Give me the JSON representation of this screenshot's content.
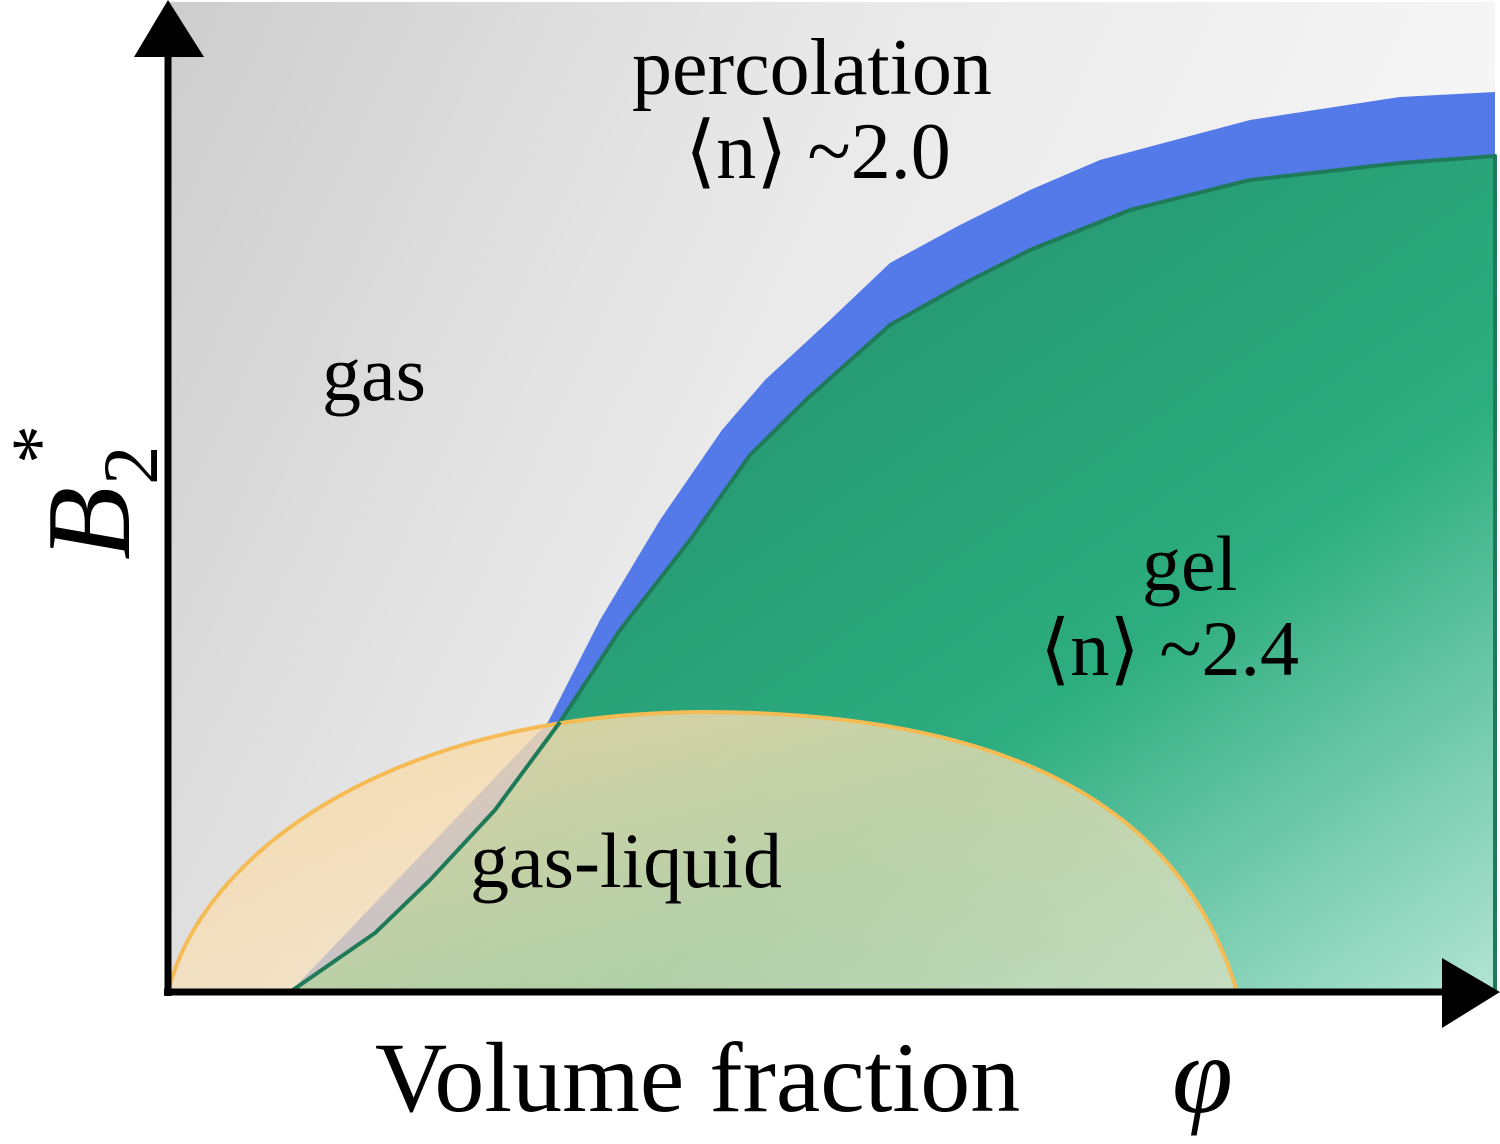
{
  "chart_data": {
    "type": "phase-diagram",
    "title": "",
    "xlabel": "Volume fraction",
    "xlabel_symbol": "φ",
    "ylabel": "B",
    "ylabel_subscript": "2",
    "ylabel_superscript": "*",
    "axes": {
      "ticks": false,
      "grid": false,
      "arrows": true
    },
    "regions": [
      {
        "name": "gas",
        "label": "gas",
        "color": "#e4e4e4"
      },
      {
        "name": "percolation",
        "label": "percolation",
        "sublabel": "⟨n⟩ ~2.0",
        "color": "#5479e8"
      },
      {
        "name": "gel",
        "label": "gel",
        "sublabel": "⟨n⟩ ~2.4",
        "color": "#2aa57c"
      },
      {
        "name": "gas-liquid",
        "label": "gas-liquid",
        "color": "#f6d9a6"
      }
    ],
    "boundaries": [
      {
        "name": "percolation-line",
        "color": "#5479e8",
        "description": "outer edge of percolation band, rising from gas-liquid top and saturating at high volume fraction"
      },
      {
        "name": "gel-line",
        "color": "#1e7a58",
        "description": "gel boundary starting at low volume fraction on the x-axis, rising and saturating"
      },
      {
        "name": "gas-liquid-binodal",
        "color": "#f5bb55",
        "description": "dome-shaped coexistence curve"
      }
    ]
  },
  "labels": {
    "gas": "gas",
    "percolation": "percolation",
    "percolation_n": "⟨n⟩ ~2.0",
    "gel": "gel",
    "gel_n": "⟨n⟩ ~2.4",
    "gas_liquid": "gas-liquid",
    "xlabel": "Volume fraction",
    "xsym": "φ",
    "ylabel_main": "B",
    "ylabel_sub": "2",
    "ylabel_sup": "*"
  },
  "colors": {
    "bg_dark": "#cfcfcf",
    "bg_light": "#f7f7f7",
    "percolation": "#5479e8",
    "gel_dark": "#279e76",
    "gel_light": "#b0e3d2",
    "gel_line": "#1e7a58",
    "binodal_line": "#f5bb55",
    "binodal_fill": "#f6d9a6",
    "axis": "#000000"
  }
}
